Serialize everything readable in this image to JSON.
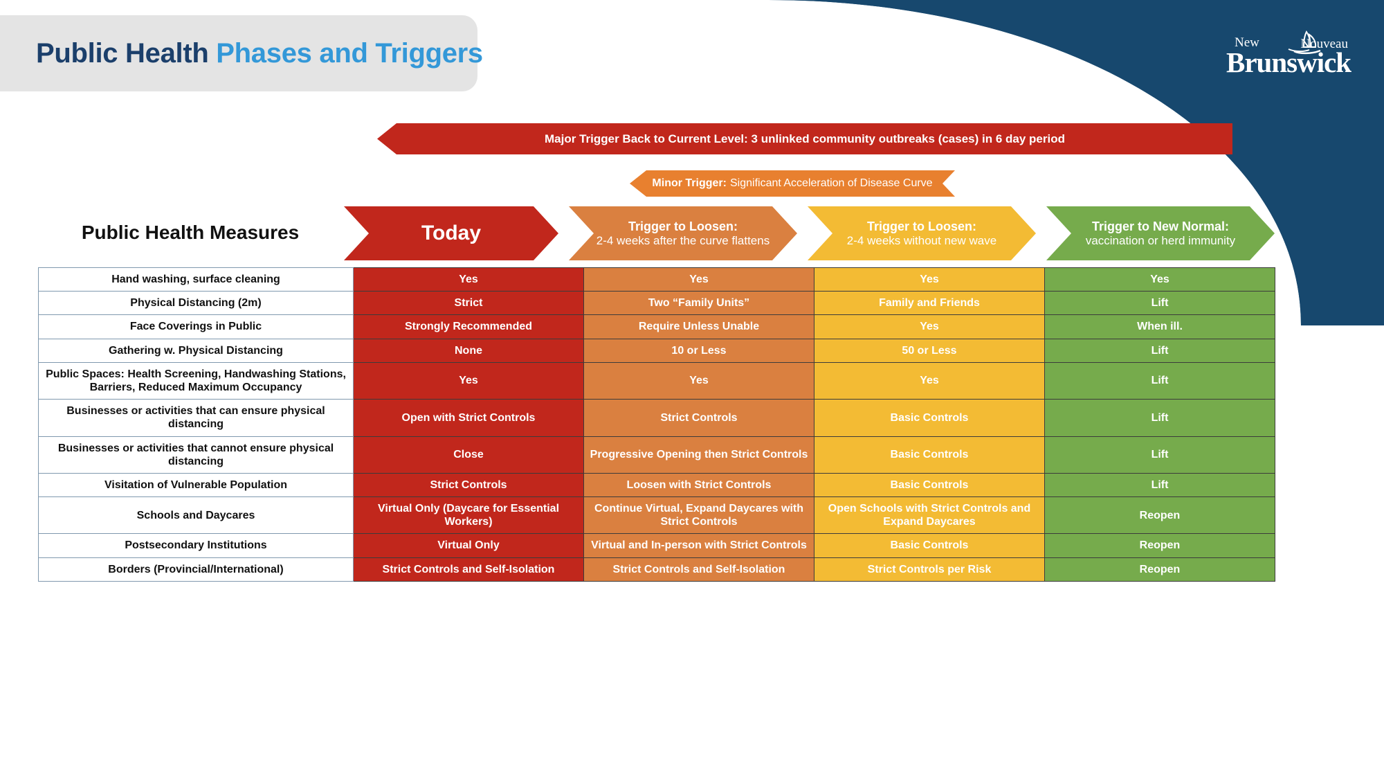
{
  "header": {
    "title_lead": "Public Health ",
    "title_accent": "Phases and Triggers",
    "logo": {
      "new": "New",
      "nouveau": "Nouveau",
      "brunswick": "Brunswick",
      "ship_icon": "sailing-ship-icon"
    },
    "colors": {
      "title_dark": "#1b3f6b",
      "title_accent": "#3398d8",
      "swoosh": "#17486e",
      "plate": "#e4e4e4"
    }
  },
  "banners": {
    "major": {
      "text": "Major Trigger Back to Current Level: 3 unlinked community outbreaks (cases) in 6 day period",
      "color": "#c1271c"
    },
    "minor": {
      "label": "Minor Trigger:",
      "text": "Significant Acceleration of Disease Curve",
      "color": "#e8802f"
    }
  },
  "matrix": {
    "row_header_title": "Public Health Measures",
    "columns": [
      {
        "title": "Today",
        "subtitle": "",
        "color": "#c1271c"
      },
      {
        "title": "Trigger to Loosen:",
        "subtitle": "2-4 weeks after the curve flattens",
        "color": "#da8040"
      },
      {
        "title": "Trigger to Loosen:",
        "subtitle": "2-4  weeks without new wave",
        "color": "#f3bb34"
      },
      {
        "title": "Trigger to New Normal:",
        "subtitle": "vaccination or herd immunity",
        "color": "#76ab4c"
      }
    ],
    "rows": [
      {
        "measure": "Hand washing, surface cleaning",
        "values": [
          "Yes",
          "Yes",
          "Yes",
          "Yes"
        ]
      },
      {
        "measure": "Physical Distancing (2m)",
        "values": [
          "Strict",
          "Two “Family Units”",
          "Family and Friends",
          "Lift"
        ]
      },
      {
        "measure": "Face Coverings in Public",
        "values": [
          "Strongly Recommended",
          "Require Unless Unable",
          "Yes",
          "When ill."
        ]
      },
      {
        "measure": "Gathering w. Physical Distancing",
        "values": [
          "None",
          "10 or Less",
          "50 or Less",
          "Lift"
        ]
      },
      {
        "measure": "Public Spaces: Health Screening, Handwashing Stations, Barriers, Reduced Maximum Occupancy",
        "values": [
          "Yes",
          "Yes",
          "Yes",
          "Lift"
        ]
      },
      {
        "measure": "Businesses or activities that can ensure physical  distancing",
        "values": [
          "Open with Strict Controls",
          "Strict Controls",
          "Basic Controls",
          "Lift"
        ]
      },
      {
        "measure": "Businesses or activities that cannot ensure physical distancing",
        "values": [
          "Close",
          "Progressive Opening then Strict Controls",
          "Basic Controls",
          "Lift"
        ]
      },
      {
        "measure": "Visitation of Vulnerable Population",
        "values": [
          "Strict Controls",
          "Loosen with Strict Controls",
          "Basic Controls",
          "Lift"
        ]
      },
      {
        "measure": "Schools and Daycares",
        "values": [
          "Virtual Only (Daycare for Essential Workers)",
          "Continue Virtual, Expand Daycares with Strict Controls",
          "Open Schools with Strict Controls and Expand Daycares",
          "Reopen"
        ]
      },
      {
        "measure": "Postsecondary Institutions",
        "values": [
          "Virtual Only",
          "Virtual and In-person with Strict Controls",
          "Basic Controls",
          "Reopen"
        ]
      },
      {
        "measure": "Borders (Provincial/International)",
        "values": [
          "Strict Controls and Self-Isolation",
          "Strict Controls and Self-Isolation",
          "Strict Controls per Risk",
          "Reopen"
        ]
      }
    ]
  }
}
